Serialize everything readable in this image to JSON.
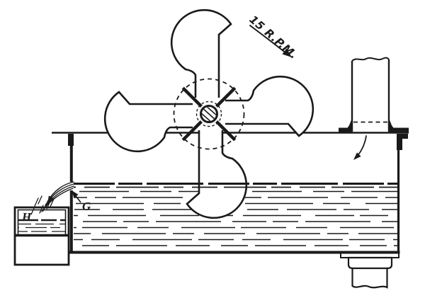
{
  "figure": {
    "labels": {
      "rpm": "15 R.P.M.",
      "overflow_spout": "G",
      "overflow_box": "H"
    },
    "colors": {
      "ink": "#1a1a1a",
      "paper": "#ffffff"
    }
  }
}
